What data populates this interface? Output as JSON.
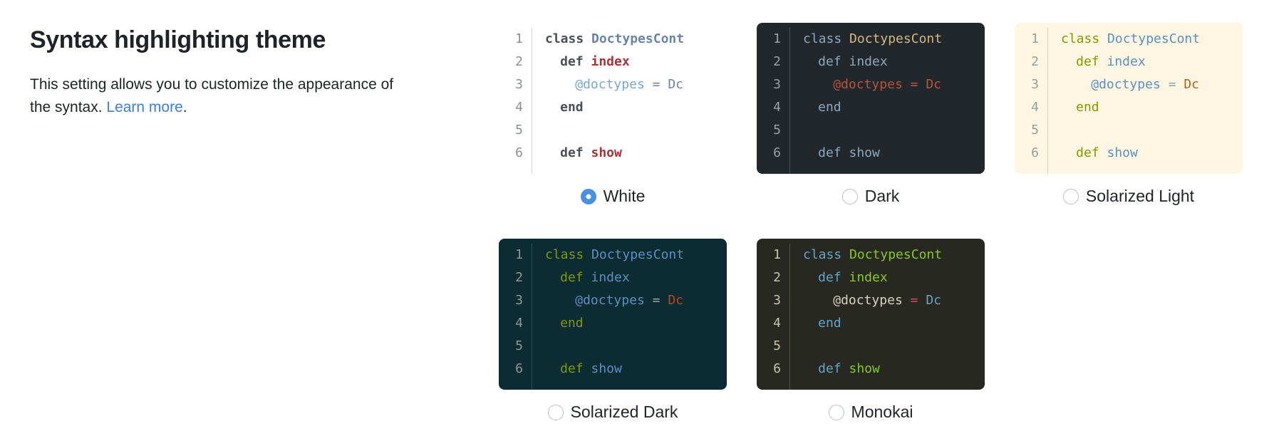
{
  "setting": {
    "title": "Syntax highlighting theme",
    "description_before": "This setting allows you to customize the appearance of the syntax. ",
    "learn_more_label": "Learn more",
    "description_after": "."
  },
  "code_sample": {
    "line_numbers": [
      "1",
      "2",
      "3",
      "4",
      "5",
      "6"
    ],
    "lines": [
      {
        "n": "1",
        "indent": 0,
        "tokens": [
          {
            "t": "class ",
            "c": "kw"
          },
          {
            "t": "DoctypesCont",
            "c": "cls"
          }
        ]
      },
      {
        "n": "2",
        "indent": 1,
        "tokens": [
          {
            "t": "def ",
            "c": "kw"
          },
          {
            "t": "index",
            "c": "fn"
          }
        ]
      },
      {
        "n": "3",
        "indent": 2,
        "tokens": [
          {
            "t": "@doctypes",
            "c": "ivar"
          },
          {
            "t": " = ",
            "c": "op"
          },
          {
            "t": "Dc",
            "c": "konst"
          }
        ]
      },
      {
        "n": "4",
        "indent": 1,
        "tokens": [
          {
            "t": "end",
            "c": "kw"
          }
        ]
      },
      {
        "n": "5",
        "indent": 0,
        "tokens": []
      },
      {
        "n": "6",
        "indent": 1,
        "tokens": [
          {
            "t": "def ",
            "c": "kw"
          },
          {
            "t": "show",
            "c": "fn"
          }
        ]
      }
    ]
  },
  "themes": [
    {
      "id": "white",
      "label": "White",
      "selected": true,
      "class": "t-white",
      "colors": {
        "background": "#ffffff",
        "gutter": "#8a8f98",
        "keyword": "#4b4f56",
        "class": "#6a84a8",
        "function": "#a4343a",
        "ivar": "#7aa6c9"
      }
    },
    {
      "id": "dark",
      "label": "Dark",
      "selected": false,
      "class": "t-dark",
      "colors": {
        "background": "#22272b",
        "gutter": "#9aa0a6",
        "keyword": "#8fa7bd",
        "class": "#d2b886",
        "function": "#8fa7bd",
        "ivar": "#b5553f"
      }
    },
    {
      "id": "solarized-light",
      "label": "Solarized Light",
      "selected": false,
      "class": "t-sollight",
      "colors": {
        "background": "#fdf6e3",
        "gutter": "#93a1a1",
        "keyword": "#859900",
        "class": "#5b90c0",
        "function": "#5b90c0",
        "ivar": "#5b90c0"
      }
    },
    {
      "id": "solarized-dark",
      "label": "Solarized Dark",
      "selected": false,
      "class": "t-soldark",
      "colors": {
        "background": "#0d2b33",
        "gutter": "#8a9a98",
        "keyword": "#7f9a0c",
        "class": "#5b90c0",
        "function": "#5b90c0",
        "ivar": "#5b90c0"
      }
    },
    {
      "id": "monokai",
      "label": "Monokai",
      "selected": false,
      "class": "t-monokai",
      "colors": {
        "background": "#272822",
        "gutter": "#c8c4b0",
        "keyword": "#66a4c4",
        "class": "#8ac81f",
        "function": "#8ac81f",
        "ivar": "#d6d3c4"
      }
    }
  ],
  "accent_color": "#4a90e2",
  "link_color": "#3f7fd6"
}
